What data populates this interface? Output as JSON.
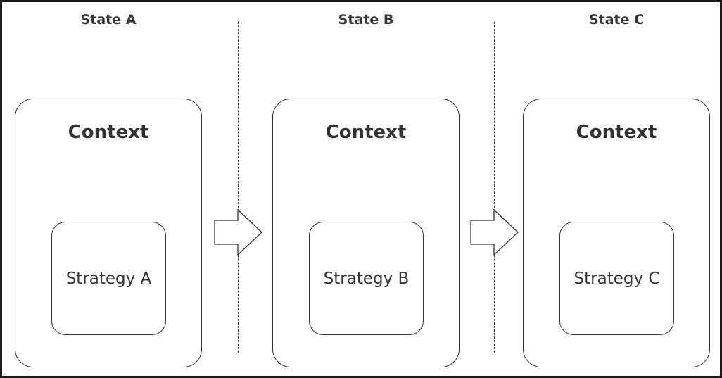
{
  "states": [
    {
      "title": "State A",
      "context_label": "Context",
      "strategy_label": "Strategy A"
    },
    {
      "title": "State B",
      "context_label": "Context",
      "strategy_label": "Strategy B"
    },
    {
      "title": "State C",
      "context_label": "Context",
      "strategy_label": "Strategy C"
    }
  ],
  "icons": {
    "transition": "right-arrow-icon"
  },
  "colors": {
    "stroke": "#333333",
    "text": "#333333",
    "background": "#ffffff"
  }
}
